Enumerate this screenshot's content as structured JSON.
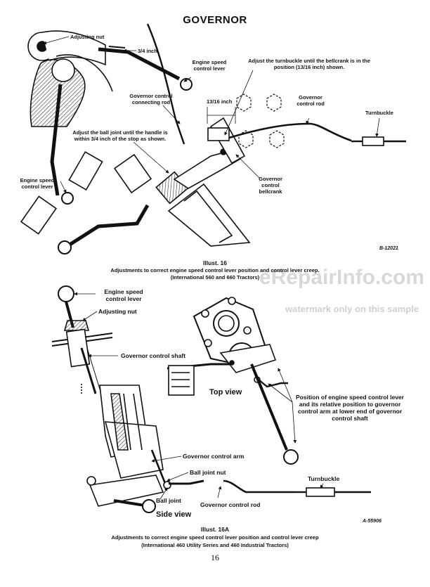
{
  "page": {
    "title": "GOVERNOR",
    "page_number": "16",
    "watermark": "eRepairInfo.com",
    "watermark_note": "watermark only on this sample"
  },
  "illust16": {
    "labels": {
      "adjusting_nut": "Adjusting nut",
      "three_quarter_inch": "3/4 inch",
      "engine_speed_control_lever_top": "Engine speed control lever",
      "turnbuckle_note": "Adjust the turnbuckle until the bellcrank is in the position (13/16 inch) shown.",
      "governor_control_connecting_rod": "Governor control connecting rod",
      "thirteen_sixteenth_inch": "13/16 inch",
      "governor_control_rod": "Governor control rod",
      "turnbuckle": "Turnbuckle",
      "ball_joint_note": "Adjust the ball joint until the handle is within 3/4 inch of the stop as shown.",
      "engine_speed_control_lever_left": "Engine speed control lever",
      "governor_control_bellcrank": "Governor control bellcrank"
    },
    "code": "B-12021",
    "caption_title": "Illust. 16",
    "caption_line1": "Adjustments to correct engine speed control lever position and control lever creep.",
    "caption_line2": "(International 560 and 660 Tractors)"
  },
  "illust16a": {
    "labels": {
      "engine_speed_control_lever": "Engine speed control lever",
      "adjusting_nut": "Adjusting nut",
      "governor_control_shaft": "Governor control shaft",
      "top_view": "Top view",
      "position_note": "Position of engine speed control lever and its relative position to governor control arm at lower end of governor control shaft",
      "governor_control_arm": "Governor control arm",
      "ball_joint_nut": "Ball joint nut",
      "turnbuckle": "Turnbuckle",
      "ball_joint": "Ball joint",
      "governor_control_rod": "Governor control rod",
      "side_view": "Side view"
    },
    "code": "A-55906",
    "caption_title": "Illust. 16A",
    "caption_line1": "Adjustments to correct engine speed control lever position and control lever creep",
    "caption_line2": "(International 460 Utility Series and 460 Industrial Tractors)"
  }
}
